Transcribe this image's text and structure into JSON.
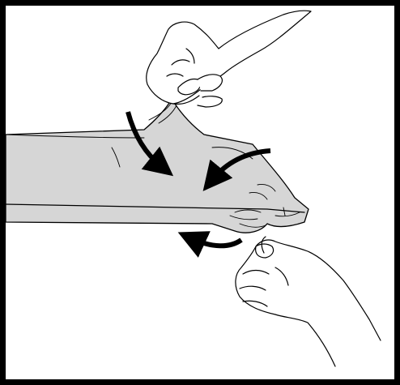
{
  "figure": {
    "kind": "instructional-illustration",
    "style": "black line art on white",
    "frame_color": "#000000",
    "fabric_fill": "#d6d6d6",
    "arrow_color": "#000000",
    "elements": {
      "fabric": "sheet-fabric",
      "upper_hand": "upper-hand",
      "lower_hand": "lower-hand",
      "arrows": [
        {
          "name": "fold-arrow-left",
          "direction": "clockwise-down"
        },
        {
          "name": "fold-arrow-right",
          "direction": "counterclockwise-down"
        },
        {
          "name": "fold-arrow-bottom",
          "direction": "counterclockwise-left"
        }
      ]
    }
  }
}
